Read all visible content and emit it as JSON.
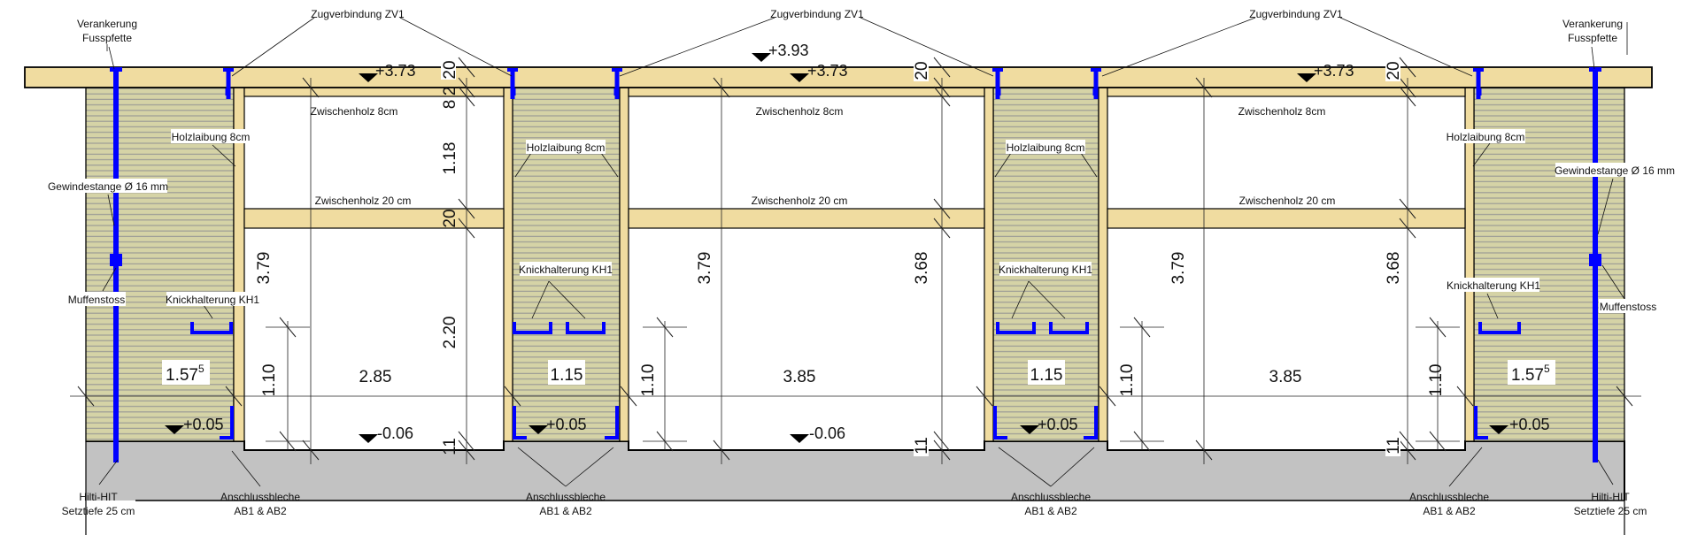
{
  "title": "Wandansicht Holzrahmen mit Zugverbindungen",
  "colors": {
    "wood": "#f0dca0",
    "wall_hatch_bg": "#d5d3a6",
    "hatch_line": "#9c9c96",
    "concrete": "#c2c2c2",
    "steel": "#0000ff",
    "line": "#000000"
  },
  "anchors": [
    {
      "line1": "Verankerung",
      "line2": "Fusspfette"
    },
    {
      "line1": "Verankerung",
      "line2": "Fusspfette"
    }
  ],
  "tension_connections": [
    "Zugverbindung ZV1",
    "Zugverbindung ZV1",
    "Zugverbindung ZV1"
  ],
  "reveal_labels": [
    "Holzlaibung 8cm",
    "Holzlaibung 8cm",
    "Holzlaibung 8cm",
    "Holzlaibung 8cm"
  ],
  "threaded_rod_labels": [
    "Gewindestange Ø 16 mm",
    "Gewindestange Ø 16 mm"
  ],
  "coupler_labels": [
    "Muffenstoss",
    "Muffenstoss"
  ],
  "buckling_labels": [
    "Knickhalterung KH1",
    "Knickhalterung KH1",
    "Knickhalterung KH1",
    "Knickhalterung KH1"
  ],
  "spacer_8_labels": [
    "Zwischenholz 8cm",
    "Zwischenholz 8cm",
    "Zwischenholz 8cm"
  ],
  "spacer_20_labels": [
    "Zwischenholz 20 cm",
    "Zwischenholz 20 cm",
    "Zwischenholz 20 cm"
  ],
  "plate_labels": [
    {
      "line1": "Anschlussbleche",
      "line2": "AB1 & AB2"
    },
    {
      "line1": "Anschlussbleche",
      "line2": "AB1 & AB2"
    },
    {
      "line1": "Anschlussbleche",
      "line2": "AB1 & AB2"
    },
    {
      "line1": "Anschlussbleche",
      "line2": "AB1 & AB2"
    }
  ],
  "anchor_bottom_labels": [
    {
      "line1": "Hilti-HIT",
      "line2": "Setztiefe 25 cm"
    },
    {
      "line1": "Hilti-HIT",
      "line2": "Setztiefe 25 cm"
    }
  ],
  "levels": {
    "ridge": "+3.93",
    "lintel": [
      "+3.73",
      "+3.73",
      "+3.73"
    ],
    "wall_base": [
      "+0.05",
      "+0.05",
      "+0.05",
      "+0.05"
    ],
    "opening_floor": [
      "-0.06",
      "-0.06"
    ]
  },
  "widths": {
    "wall_end": {
      "main": "1.57",
      "sup": "5"
    },
    "opening_1": "2.85",
    "pier": "1.15",
    "opening_2": "3.85",
    "opening_3": "3.85"
  },
  "heights": {
    "beam": "20",
    "spacer_small": "8",
    "gap": "2",
    "upper": "1.18",
    "spacer_large": "20",
    "lower": "2.20",
    "sill": "11",
    "opening_left": "3.79",
    "opening_right": "3.68",
    "parapet": "1.10"
  }
}
